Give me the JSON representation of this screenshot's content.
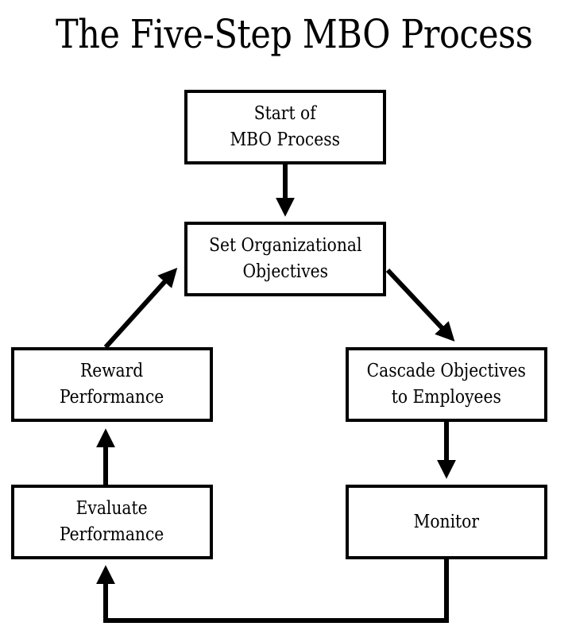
{
  "title": "The Five-Step MBO Process",
  "boxes": {
    "start": {
      "line1": "Start of",
      "line2": "MBO Process"
    },
    "set": {
      "line1": "Set Organizational",
      "line2": "Objectives"
    },
    "reward": {
      "line1": "Reward",
      "line2": "Performance"
    },
    "cascade": {
      "line1": "Cascade Objectives",
      "line2": "to Employees"
    },
    "evaluate": {
      "line1": "Evaluate",
      "line2": "Performance"
    },
    "monitor": {
      "line1": "Monitor"
    }
  },
  "colors": {
    "stroke": "#000000",
    "background": "#ffffff"
  }
}
